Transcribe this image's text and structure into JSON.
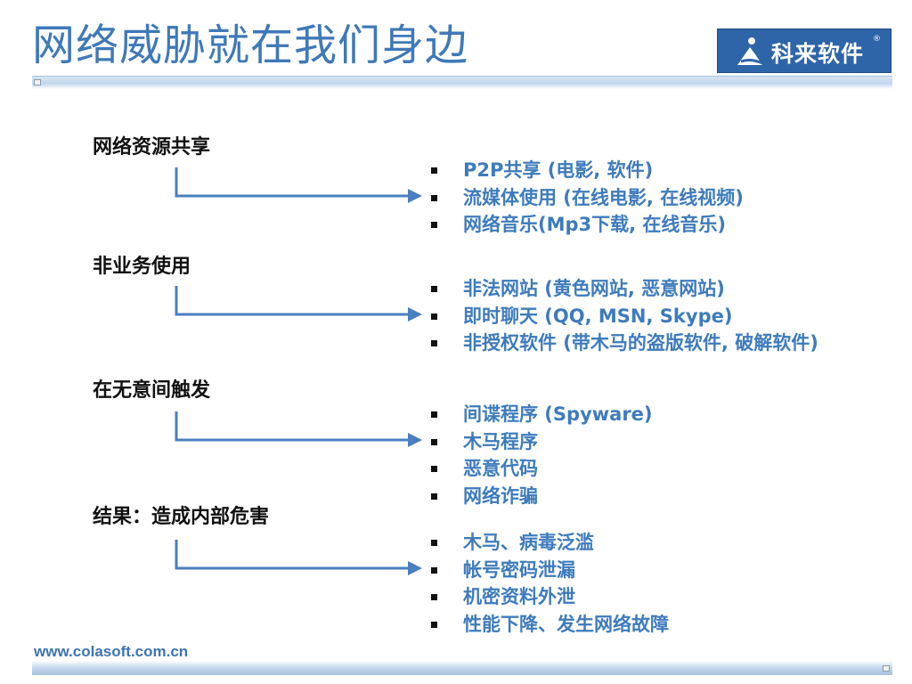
{
  "title": "网络威胁就在我们身边",
  "logo": {
    "text": "科来软件",
    "reg": "®"
  },
  "footer": {
    "url": "www.colasoft.com.cn"
  },
  "sections": [
    {
      "heading": "网络资源共享",
      "items": [
        "P2P共享 (电影, 软件)",
        "流媒体使用 (在线电影, 在线视频)",
        "网络音乐(Mp3下载, 在线音乐)"
      ]
    },
    {
      "heading": "非业务使用",
      "items": [
        "非法网站 (黄色网站, 恶意网站)",
        "即时聊天 (QQ, MSN, Skype)",
        "非授权软件 (带木马的盗版软件, 破解软件)"
      ]
    },
    {
      "heading": "在无意间触发",
      "items": [
        "间谍程序 (Spyware)",
        "木马程序",
        "恶意代码",
        "网络诈骗"
      ]
    },
    {
      "heading": "结果：造成内部危害",
      "items": [
        "木马、病毒泛滥",
        "帐号密码泄漏",
        "机密资料外泄",
        "性能下降、发生网络故障"
      ]
    }
  ],
  "colors": {
    "title": "#3f79b8",
    "accent": "#3e7bbd",
    "logo_bg": "#2e65a8",
    "arrow": "#4a7fc0"
  }
}
